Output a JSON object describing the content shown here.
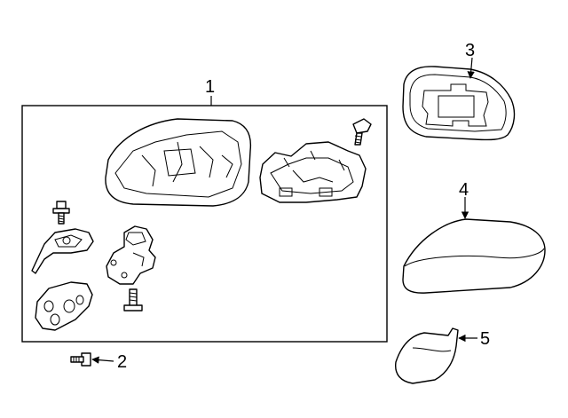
{
  "callouts": {
    "1": "1",
    "2": "2",
    "3": "3",
    "4": "4",
    "5": "5"
  }
}
